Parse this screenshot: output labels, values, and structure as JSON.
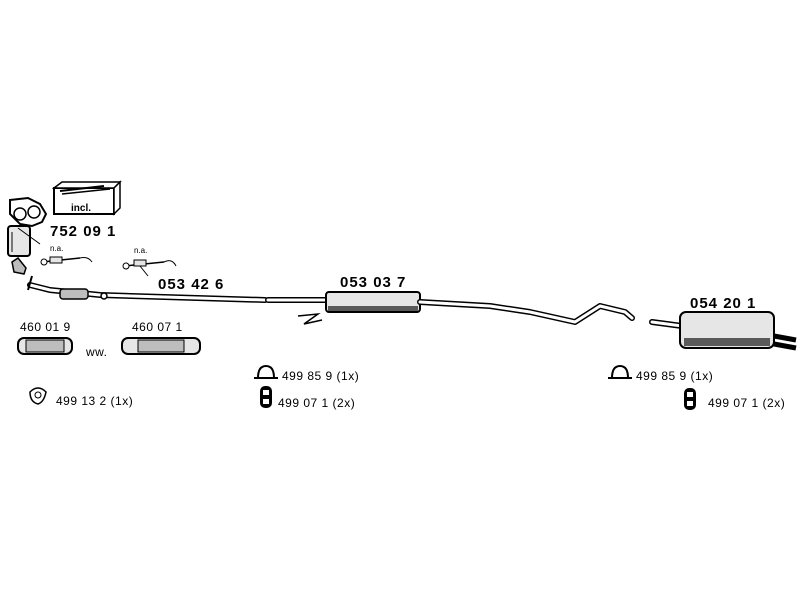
{
  "parts": {
    "catalytic_converter": "752 09 1",
    "front_pipe": "053 42 6",
    "center_silencer": "053 03 7",
    "rear_silencer": "054 20 1"
  },
  "flex_pipes": {
    "first": "460 01 9",
    "second": "460 07 1",
    "separator": "ww."
  },
  "accessories": {
    "gasket": "499 13 2  (1x)",
    "clamp_middle": "499 85 9  (1x)",
    "rubber_mount_middle": "499 07 1  (2x)",
    "clamp_rear": "499 85 9  (1x)",
    "rubber_mount_rear": "499 07 1  (2x)"
  },
  "notes": {
    "included": "incl.",
    "sensor_1": "n.a.",
    "sensor_2": "n.a."
  },
  "colors": {
    "line": "#000000",
    "fill_light": "#e6e6e6",
    "fill_mid": "#bdbdbd",
    "fill_dark": "#5a5a5a"
  }
}
